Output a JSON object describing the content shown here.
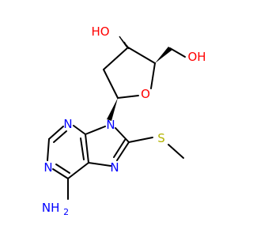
{
  "molecule": {
    "atoms": {
      "ho_sugar": "HO",
      "oh_methyl": "OH",
      "o_ring": "O",
      "n9": "N",
      "n3": "N",
      "n1": "N",
      "n7": "N",
      "s": "S",
      "nh2": "NH2"
    }
  },
  "colors": {
    "oxygen": "#ff0000",
    "nitrogen": "#0000ff",
    "sulfur": "#b3b300",
    "bond": "#000000"
  }
}
